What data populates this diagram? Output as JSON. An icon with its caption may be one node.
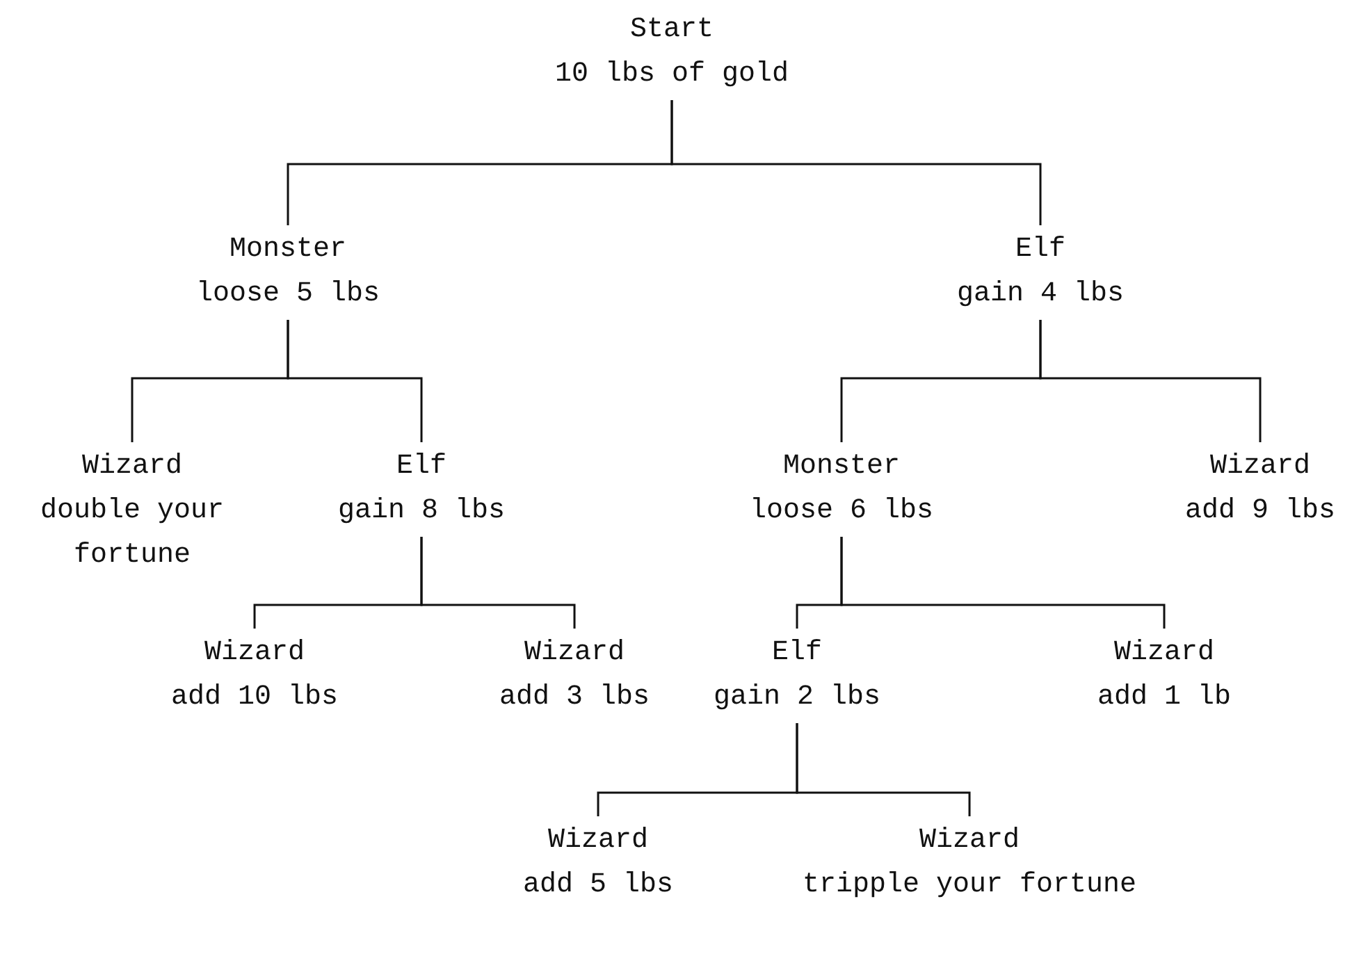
{
  "diagram": {
    "nodes": [
      {
        "text": [
          "Start",
          "10 lbs of gold"
        ]
      },
      {
        "text": [
          "Monster",
          "loose 5 lbs"
        ]
      },
      {
        "text": [
          "Elf",
          "gain 4 lbs"
        ]
      },
      {
        "text": [
          "Wizard",
          "double your fortune"
        ]
      },
      {
        "text": [
          "Elf",
          "gain 8 lbs"
        ]
      },
      {
        "text": [
          "Monster",
          "loose 6 lbs"
        ]
      },
      {
        "text": [
          "Wizard",
          "add 9 lbs"
        ]
      },
      {
        "text": [
          "Wizard",
          "add 10 lbs"
        ]
      },
      {
        "text": [
          "Wizard",
          "add 3 lbs"
        ]
      },
      {
        "text": [
          "Elf",
          "gain 2 lbs"
        ]
      },
      {
        "text": [
          "Wizard",
          "add 1 lb"
        ]
      },
      {
        "text": [
          "Wizard",
          "add 5 lbs"
        ]
      },
      {
        "text": [
          "Wizard",
          "tripple your fortune"
        ]
      }
    ],
    "edges": [
      {
        "from": 0,
        "to": 1,
        "arrow": "none"
      },
      {
        "from": 0,
        "to": 2,
        "arrow": "none"
      },
      {
        "from": 1,
        "to": 3,
        "arrow": "none"
      },
      {
        "from": 1,
        "to": 4,
        "arrow": "none"
      },
      {
        "from": 2,
        "to": 5,
        "arrow": "none"
      },
      {
        "from": 2,
        "to": 6,
        "arrow": "none"
      },
      {
        "from": 4,
        "to": 7,
        "arrow": "none"
      },
      {
        "from": 4,
        "to": 8,
        "arrow": "none"
      },
      {
        "from": 5,
        "to": 9,
        "arrow": "none"
      },
      {
        "from": 5,
        "to": 10,
        "arrow": "none"
      },
      {
        "from": 9,
        "to": 11,
        "arrow": "none"
      },
      {
        "from": 9,
        "to": 12,
        "arrow": "none"
      }
    ]
  }
}
